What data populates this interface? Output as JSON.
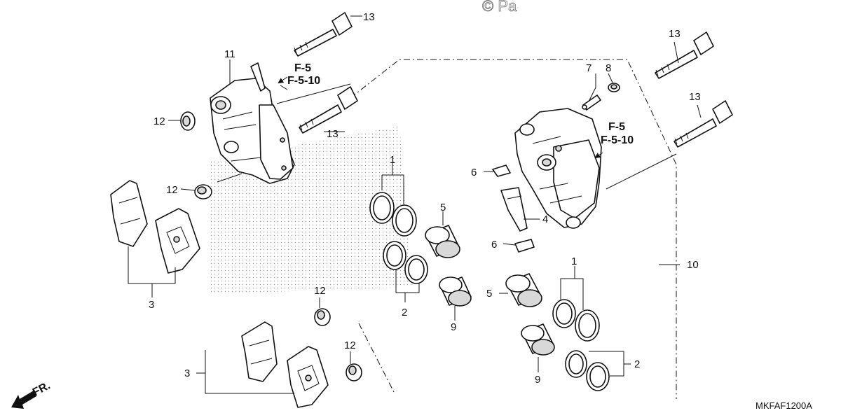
{
  "watermark": "© Pa",
  "diagram_code": "MKFAF1200A",
  "front_indicator": "FR.",
  "refs": {
    "left_top": "F-5",
    "left_bottom": "F-5-10",
    "right_top": "F-5",
    "right_bottom": "F-5-10"
  },
  "callouts": {
    "c1a": "1",
    "c1b": "1",
    "c2a": "2",
    "c2b": "2",
    "c3a": "3",
    "c3b": "3",
    "c4": "4",
    "c5a": "5",
    "c5b": "5",
    "c6a": "6",
    "c6b": "6",
    "c7": "7",
    "c8": "8",
    "c9a": "9",
    "c9b": "9",
    "c10": "10",
    "c11": "11",
    "c12a": "12",
    "c12b": "12",
    "c12c": "12",
    "c12d": "12",
    "c13a": "13",
    "c13b": "13",
    "c13c": "13",
    "c13d": "13"
  }
}
